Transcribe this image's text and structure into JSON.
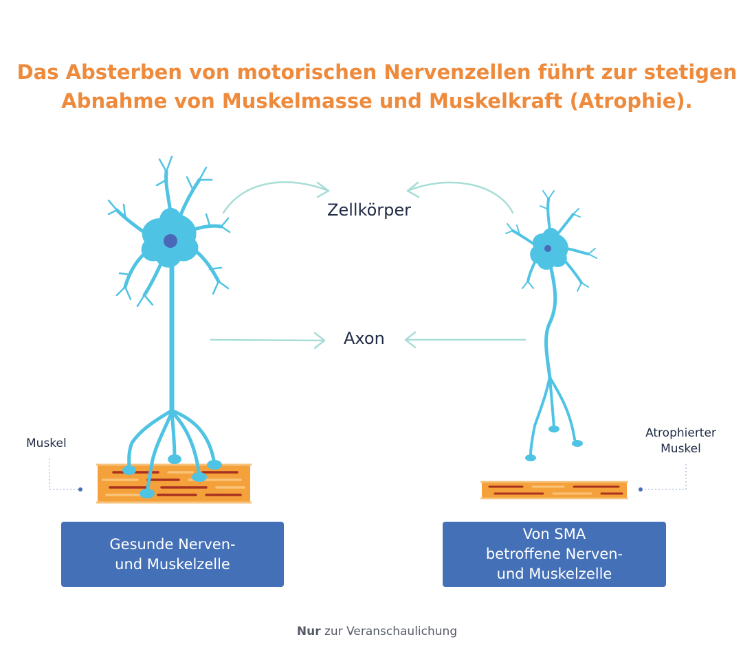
{
  "title": {
    "line1": "Das Absterben von motorischen Nervenzellen führt zur stetigen",
    "line2": "Abnahme von Muskelmasse und Muskelkraft (Atrophie)."
  },
  "labels": {
    "cell_body": "Zellkörper",
    "axon": "Axon",
    "muscle": "Muskel",
    "atrophied_muscle_line1": "Atrophierter",
    "atrophied_muscle_line2": "Muskel"
  },
  "boxes": {
    "healthy_line1": "Gesunde Nerven-",
    "healthy_line2": "und Muskelzelle",
    "sma_line1": "Von SMA",
    "sma_line2": "betroffene Nerven-",
    "sma_line3": "und Muskelzelle"
  },
  "footer": {
    "bold": "Nur",
    "rest": " zur Veranschaulichung"
  },
  "colors": {
    "title": "#ee8a3c",
    "neuron": "#4fc3e3",
    "nucleus": "#4a68b8",
    "muscle": "#f4a13c",
    "muscle_stripe": "#a8311f",
    "arrow": "#a7ddd6",
    "box": "#4470b7"
  }
}
